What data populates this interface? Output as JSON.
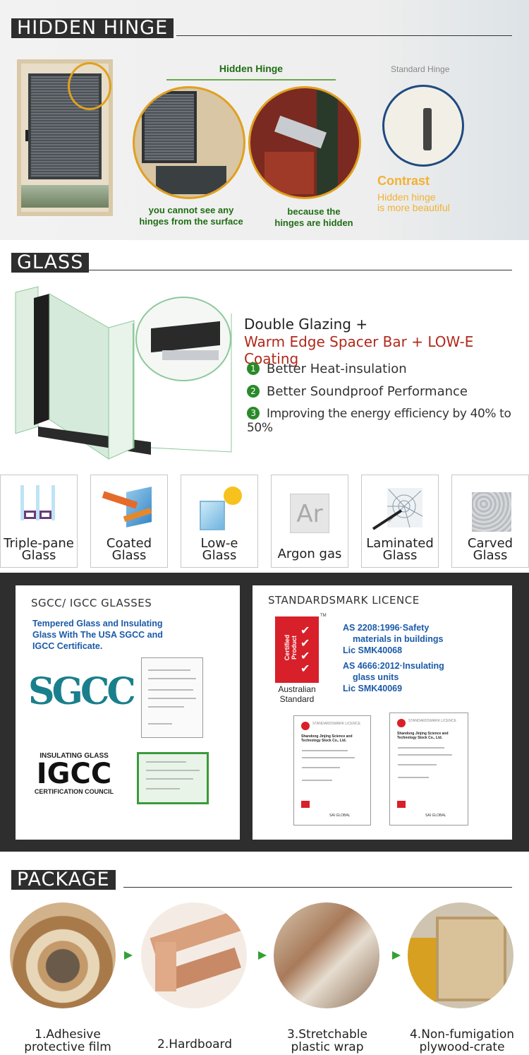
{
  "hinge": {
    "title": "HIDDEN HINGE",
    "hidden_label": "Hidden Hinge",
    "standard_label": "Standard Hinge",
    "caption1_line1": "you cannot see any",
    "caption1_line2": "hinges from the surface",
    "caption2_line1": "because the",
    "caption2_line2": "hinges are hidden",
    "contrast": "Contrast",
    "contrast_line1": "Hidden hinge",
    "contrast_line2": "is more beautiful"
  },
  "glass": {
    "title": "GLASS",
    "heading1": "Double Glazing +",
    "heading2": "Warm Edge Spacer Bar + LOW-E Coating",
    "features": [
      {
        "n": "1",
        "text": "Better Heat-insulation"
      },
      {
        "n": "2",
        "text": "Better Soundproof Performance"
      },
      {
        "n": "3",
        "text": "Improving the energy efficiency by 40% to 50%"
      }
    ],
    "types": [
      {
        "l1": "Triple-pane",
        "l2": "Glass"
      },
      {
        "l1": "Coated",
        "l2": "Glass"
      },
      {
        "l1": "Low-e",
        "l2": "Glass"
      },
      {
        "l1": "Argon gas",
        "l2": ""
      },
      {
        "l1": "Laminated",
        "l2": "Glass"
      },
      {
        "l1": "Carved",
        "l2": "Glass"
      }
    ],
    "argon_symbol": "Ar"
  },
  "certs": {
    "left_title": "SGCC/ IGCC GLASSES",
    "left_text": "Tempered Glass and Insulating Glass With The USA SGCC and IGCC Certificate.",
    "sgcc_logo": "SGCC",
    "igcc_top": "INSULATING GLASS",
    "igcc_mid": "IGCC",
    "igcc_bottom": "CERTIFICATION COUNCIL",
    "right_title": "STANDARDSMARK LICENCE",
    "certified_product": "Certified Product",
    "tm": "TM",
    "australian": "Australian",
    "standard": "Standard",
    "as1_line1": "AS 2208:1996·Safety",
    "as1_line2": "materials in buildings",
    "as1_lic": "Lic SMK40068",
    "as2_line1": "AS 4666:2012·Insulating",
    "as2_line2": "glass units",
    "as2_lic": "Lic SMK40069",
    "sm_header": "STANDARDSMARK LICENCE",
    "company": "Shandong Jinjing Science and Technology Stock Co., Ltd.",
    "sai": "SAI GLOBAL"
  },
  "package": {
    "title": "PACKAGE",
    "steps": [
      {
        "l1": "1.Adhesive",
        "l2": "protective film"
      },
      {
        "l1": "2.Hardboard",
        "l2": ""
      },
      {
        "l1": "3.Stretchable",
        "l2": "plastic wrap"
      },
      {
        "l1": "4.Non-fumigation",
        "l2": "plywood-crate"
      }
    ]
  }
}
